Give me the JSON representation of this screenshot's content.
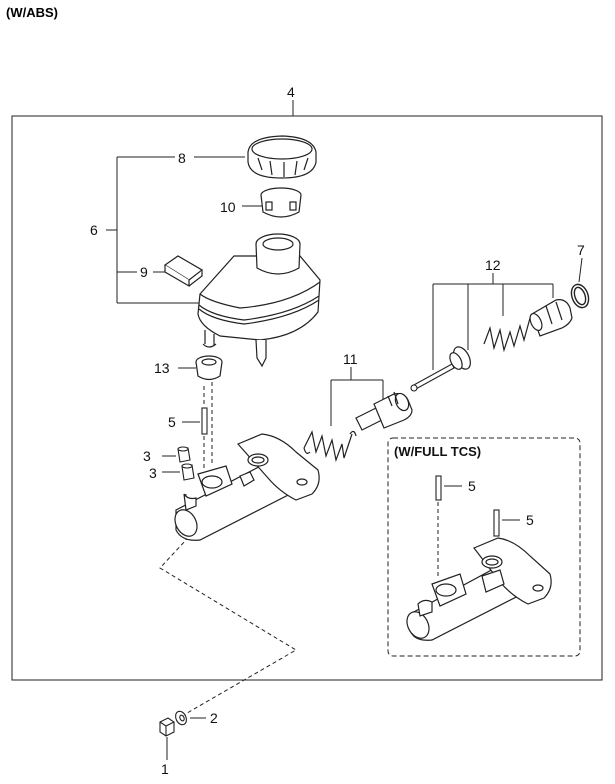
{
  "header": {
    "title": "(W/ABS)"
  },
  "inset": {
    "title": "(W/FULL TCS)"
  },
  "callouts": {
    "c1": "1",
    "c2": "2",
    "c3a": "3",
    "c3b": "3",
    "c4": "4",
    "c5a": "5",
    "c5b": "5",
    "c5c": "5",
    "c6": "6",
    "c7": "7",
    "c8": "8",
    "c9": "9",
    "c10": "10",
    "c11": "11",
    "c12": "12",
    "c13": "13"
  }
}
